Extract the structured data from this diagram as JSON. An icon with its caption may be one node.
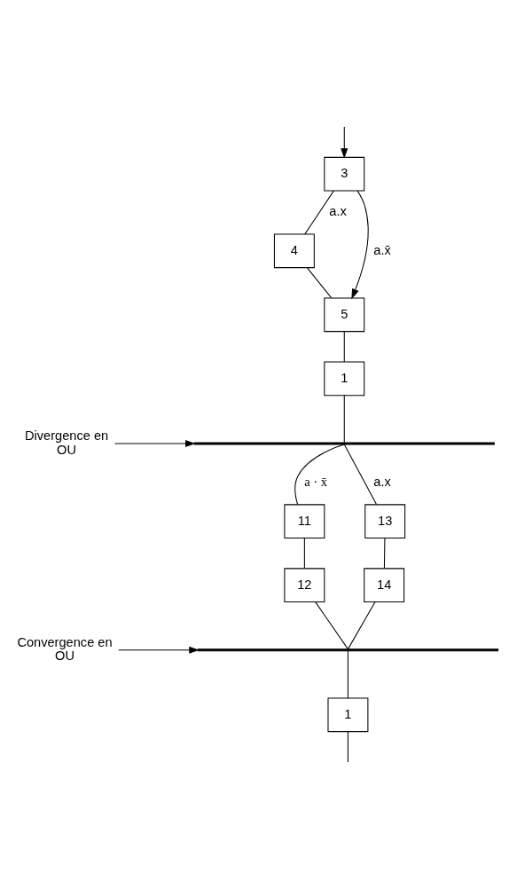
{
  "diagram": {
    "nodes": [
      {
        "text": [
          "3"
        ]
      },
      {
        "text": [
          "4"
        ]
      },
      {
        "text": [
          "5"
        ]
      },
      {
        "text": [
          "1"
        ]
      },
      {
        "text": [],
        "shape": "bar"
      },
      {
        "text": [
          "11"
        ]
      },
      {
        "text": [
          "12"
        ]
      },
      {
        "text": [
          "13"
        ]
      },
      {
        "text": [
          "14"
        ]
      },
      {
        "text": [],
        "shape": "bar"
      },
      {
        "text": [
          "1"
        ]
      },
      {
        "text": [
          "Divergence en OU"
        ]
      },
      {
        "text": [
          "Convergence en OU"
        ]
      }
    ],
    "edges": [
      {
        "from": null,
        "to": 0,
        "arrow": "to"
      },
      {
        "from": 0,
        "to": 1,
        "arrow": "none",
        "label": "a.x"
      },
      {
        "from": 0,
        "to": 2,
        "arrow": "to",
        "label": "a.x̄"
      },
      {
        "from": 1,
        "to": 2,
        "arrow": "none"
      },
      {
        "from": 2,
        "to": 3,
        "arrow": "none"
      },
      {
        "from": 3,
        "to": 4,
        "arrow": "none"
      },
      {
        "from": 4,
        "to": 5,
        "arrow": "none",
        "label": "a · x̄"
      },
      {
        "from": 4,
        "to": 7,
        "arrow": "none",
        "label": "a.x"
      },
      {
        "from": 5,
        "to": 6,
        "arrow": "none"
      },
      {
        "from": 7,
        "to": 8,
        "arrow": "none"
      },
      {
        "from": 6,
        "to": 9,
        "arrow": "none"
      },
      {
        "from": 8,
        "to": 9,
        "arrow": "none"
      },
      {
        "from": 9,
        "to": 10,
        "arrow": "none"
      },
      {
        "from": 10,
        "to": null,
        "arrow": "none"
      },
      {
        "from": 11,
        "to": 4,
        "arrow": "to"
      },
      {
        "from": 12,
        "to": 9,
        "arrow": "to"
      }
    ]
  }
}
